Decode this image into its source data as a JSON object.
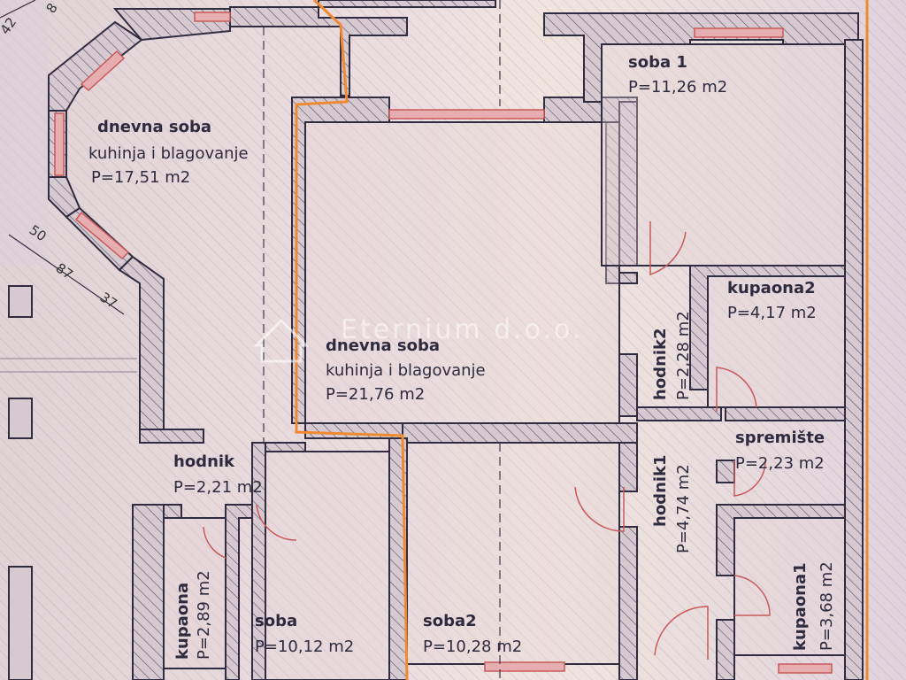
{
  "watermark": {
    "text": "Eternium d.o.o."
  },
  "dimensions": {
    "d42": "42",
    "d8": "8",
    "d50": "50",
    "d87": "87",
    "d37": "37"
  },
  "rooms": {
    "living_left": {
      "name": "dnevna soba",
      "sub": "kuhinja i blagovanje",
      "area": "P=17,51 m2"
    },
    "living_center": {
      "name": "dnevna soba",
      "sub": "kuhinja i blagovanje",
      "area": "P=21,76 m2"
    },
    "soba1": {
      "name": "soba 1",
      "area": "P=11,26 m2"
    },
    "kupaona2": {
      "name": "kupaona2",
      "area": "P=4,17 m2"
    },
    "hodnik2": {
      "name": "hodnik2",
      "area": "P=2,28 m2"
    },
    "spremiste": {
      "name": "spremište",
      "area": "P=2,23 m2"
    },
    "hodnik1": {
      "name": "hodnik1",
      "area": "P=4,74 m2"
    },
    "kupaona1": {
      "name": "kupaona1",
      "area": "P=3,68 m2"
    },
    "hodnik": {
      "name": "hodnik",
      "area": "P=2,21 m2"
    },
    "kupaona": {
      "name": "kupaona",
      "area": "P=2,89 m2"
    },
    "soba": {
      "name": "soba",
      "area": "P=10,12 m2"
    },
    "soba2": {
      "name": "soba2",
      "area": "P=10,28 m2"
    }
  },
  "colors": {
    "wall": "#cfc3c9",
    "hatch": "#4a4660",
    "line": "#2f2c40",
    "boundary": "#f08a32",
    "door": "#c85a5a",
    "window": "#e6aeb0"
  }
}
